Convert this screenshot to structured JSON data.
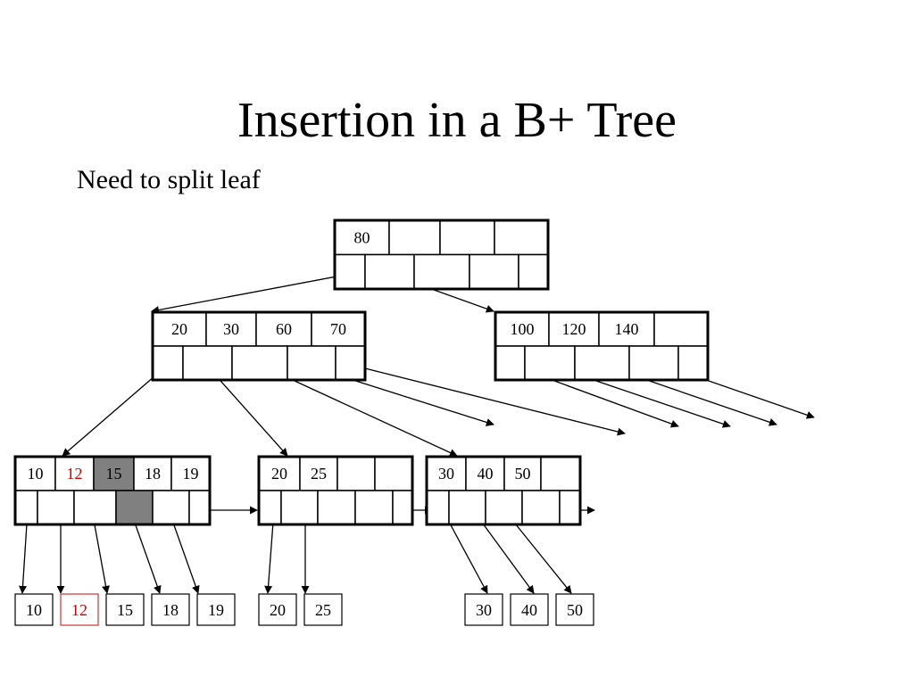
{
  "title": "Insertion in a B+ Tree",
  "subtitle": "Need to split leaf",
  "colors": {
    "stroke": "#000000",
    "inserted": "#cc0000",
    "inserted_border": "#cc3333",
    "highlight": "#808080"
  },
  "nodes": [
    {
      "id": "root",
      "level": "root",
      "keys": [
        "80",
        "",
        "",
        ""
      ],
      "highlight": -1,
      "inserted": -1
    },
    {
      "id": "internal-left",
      "level": "internal",
      "keys": [
        "20",
        "30",
        "60",
        "70"
      ],
      "highlight": -1,
      "inserted": -1
    },
    {
      "id": "internal-right",
      "level": "internal",
      "keys": [
        "100",
        "120",
        "140",
        ""
      ],
      "highlight": -1,
      "inserted": -1
    },
    {
      "id": "leaf-1",
      "level": "leaf",
      "keys": [
        "10",
        "12",
        "15",
        "18",
        "19"
      ],
      "highlight": 2,
      "inserted": 1
    },
    {
      "id": "leaf-2",
      "level": "leaf",
      "keys": [
        "20",
        "25",
        "",
        ""
      ],
      "highlight": -1,
      "inserted": -1
    },
    {
      "id": "leaf-3",
      "level": "leaf",
      "keys": [
        "30",
        "40",
        "50",
        ""
      ],
      "highlight": -1,
      "inserted": -1
    }
  ],
  "records": [
    {
      "value": "10",
      "inserted": false
    },
    {
      "value": "12",
      "inserted": true
    },
    {
      "value": "15",
      "inserted": false
    },
    {
      "value": "18",
      "inserted": false
    },
    {
      "value": "19",
      "inserted": false
    },
    {
      "value": "20",
      "inserted": false
    },
    {
      "value": "25",
      "inserted": false
    },
    {
      "value": "30",
      "inserted": false
    },
    {
      "value": "40",
      "inserted": false
    },
    {
      "value": "50",
      "inserted": false
    }
  ]
}
